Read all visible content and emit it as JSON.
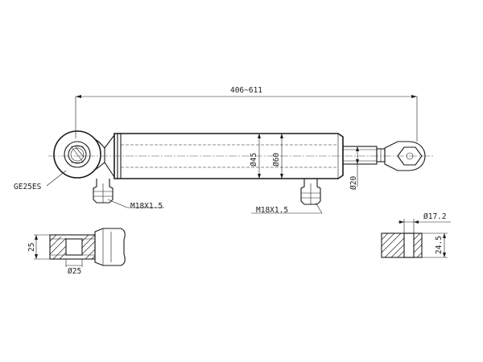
{
  "dimensions": {
    "stroke_length": "406~611",
    "bore_diameter": "Ø60",
    "rod_diameter": "Ø45",
    "piston_rod_end": "Ø20",
    "port_thread_left": "M18X1.5",
    "port_thread_right": "M18X1.5",
    "bearing": "GE25ES",
    "eye_width": "25",
    "eye_bore": "Ø25",
    "rod_eye_bore": "Ø17.2",
    "rod_eye_width": "24.5"
  }
}
